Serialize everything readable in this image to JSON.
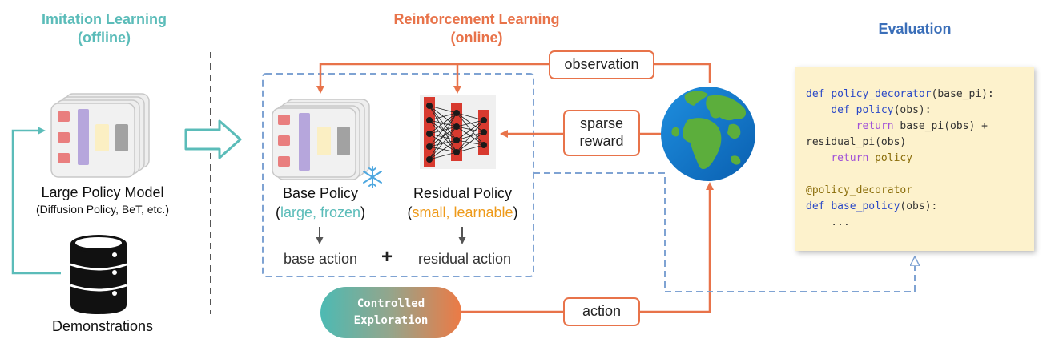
{
  "sections": {
    "imitation_title": "Imitation Learning",
    "imitation_sub": "(offline)",
    "rl_title": "Reinforcement Learning",
    "rl_sub": "(online)",
    "evaluation_title": "Evaluation"
  },
  "left": {
    "model_label": "Large Policy Model",
    "model_sub": "(Diffusion Policy, BeT, etc.)",
    "demonstrations": "Demonstrations"
  },
  "base_policy": {
    "title": "Base Policy",
    "paren_open": "(",
    "descriptor": "large, frozen",
    "paren_close": ")",
    "action": "base action"
  },
  "residual_policy": {
    "title": "Residual Policy",
    "paren_open": "(",
    "descriptor": "small, learnable",
    "paren_close": ")",
    "action": "residual action"
  },
  "plus": "+",
  "signals": {
    "observation": "observation",
    "sparse_reward_line1": "sparse",
    "sparse_reward_line2": "reward",
    "action": "action"
  },
  "exploration": {
    "line1": "Controlled",
    "line2": "Exploration"
  },
  "code": {
    "l1_kw": "def ",
    "l1_fn": "policy_decorator",
    "l1_rest": "(base_pi):",
    "l2_indent": "    ",
    "l2_kw": "def ",
    "l2_fn": "policy",
    "l2_rest": "(obs):",
    "l3_indent": "        ",
    "l3_kw": "return ",
    "l3_rest": "base_pi(obs) +",
    "l4": "residual_pi(obs)",
    "l5_indent": "    ",
    "l5_kw": "return ",
    "l5_rest": "policy",
    "l6": "",
    "l7_dec": "@policy_decorator",
    "l8_kw": "def ",
    "l8_fn": "base_policy",
    "l8_rest": "(obs):",
    "l9": "    ..."
  },
  "colors": {
    "teal": "#5bbcb9",
    "orange": "#e8734a",
    "blue": "#3b6fb9",
    "gold": "#ee9a1a",
    "dashed_blue": "#7fa3d3",
    "code_bg": "#fdf2cc"
  }
}
